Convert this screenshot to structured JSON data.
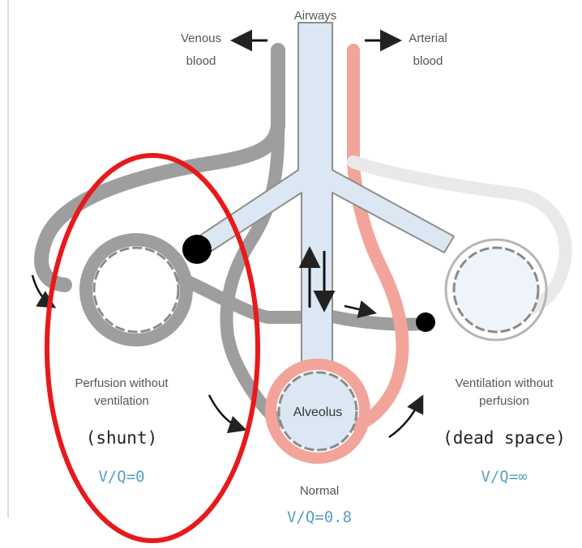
{
  "diagram": {
    "airways_label": "Airways",
    "venous_label_line1": "Venous",
    "venous_label_line2": "blood",
    "arterial_label_line1": "Arterial",
    "arterial_label_line2": "blood",
    "alveolus_label": "Alveolus",
    "left_unit": {
      "caption_line1": "Perfusion without",
      "caption_line2": "ventilation",
      "term": "(shunt)",
      "ratio": "V/Q=0"
    },
    "center_unit": {
      "caption": "Normal",
      "ratio": "V/Q=0.8"
    },
    "right_unit": {
      "caption_line1": "Ventilation without",
      "caption_line2": "perfusion",
      "term": "(dead space)",
      "ratio": "V/Q=∞"
    },
    "highlight": "shunt-unit",
    "colors": {
      "airway": "#dbe8f4",
      "venous": "#a9a9a9",
      "arterial": "#f3a49a",
      "highlight_ring": "#e8191b"
    }
  }
}
